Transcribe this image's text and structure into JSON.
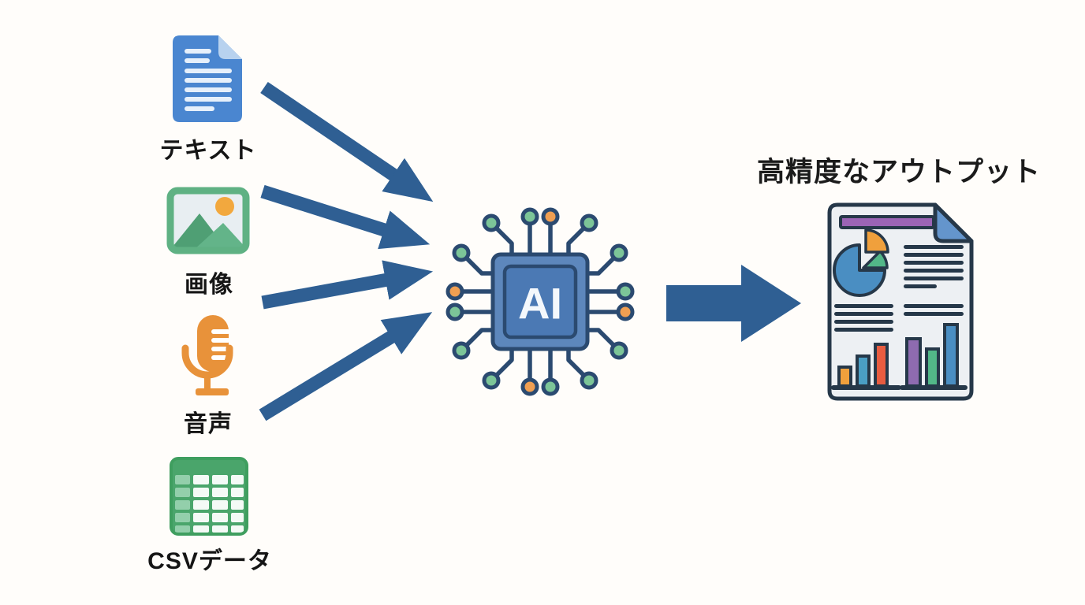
{
  "title": "高精度なアウトプット",
  "inputs": [
    {
      "id": "text",
      "label": "テキスト"
    },
    {
      "id": "image",
      "label": "画像"
    },
    {
      "id": "audio",
      "label": "音声"
    },
    {
      "id": "csv",
      "label": "CSVデータ"
    }
  ],
  "processor": {
    "chip_label": "AI"
  },
  "colors": {
    "background": "#fffdfa",
    "arrow_blue": "#2f5f93",
    "label_text": "#151515",
    "doc_blue": "#4a86d0",
    "doc_fold_blue": "#b8d2ef",
    "image_green": "#5fb183",
    "mic_orange": "#e8923a",
    "csv_green": "#4aa56b",
    "chip_body_blue": "#5d87bc",
    "chip_inner_blue": "#4b79b4",
    "chip_outline_navy": "#2b4a70",
    "pin_green": "#7cc598",
    "pin_orange": "#f09f52",
    "report_outline_navy": "#263849",
    "report_paper": "#edf0f3",
    "report_purple": "#9b64b5",
    "report_orange": "#f0a03c",
    "report_red": "#e85c40",
    "report_teal": "#4a9ec4",
    "report_green": "#52b788",
    "report_blue": "#4a8ec2"
  }
}
